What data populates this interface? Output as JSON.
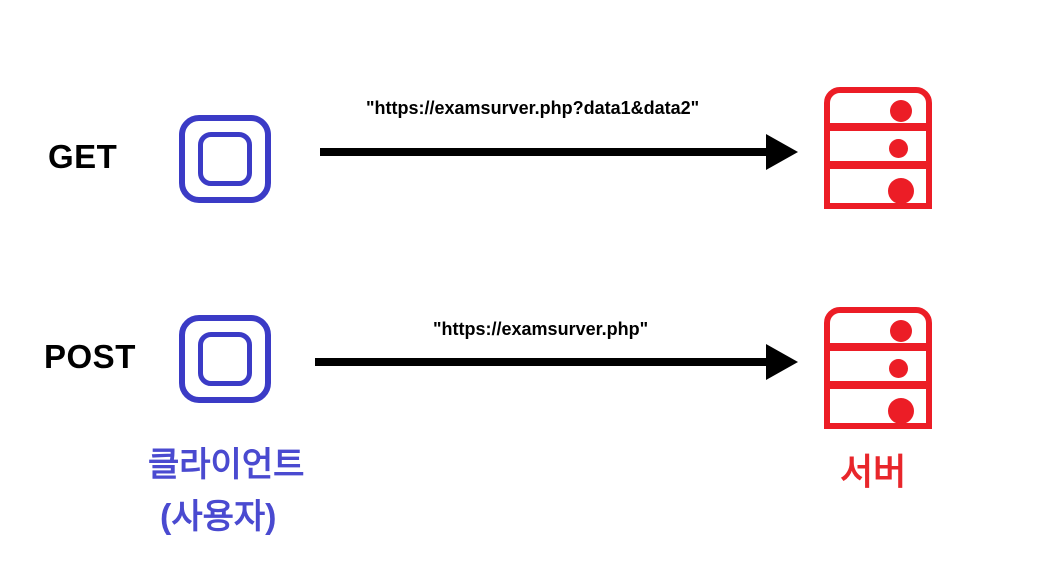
{
  "diagram": {
    "title": "HTTP GET vs POST request diagram",
    "colors": {
      "client_blue": "#3b3bc6",
      "client_label_blue": "#4a4ad0",
      "server_red": "#ec1d26",
      "server_label_red": "#e8262b",
      "arrow_black": "#000000",
      "background": "#ffffff"
    }
  },
  "rows": [
    {
      "method": "GET",
      "url": "\"https://examsurver.php?data1&data2\"",
      "client_icon": "client-device-icon",
      "server_icon": "server-rack-icon",
      "arrow": "right-arrow-icon"
    },
    {
      "method": "POST",
      "url": "\"https://examsurver.php\"",
      "client_icon": "client-device-icon",
      "server_icon": "server-rack-icon",
      "arrow": "right-arrow-icon"
    }
  ],
  "labels": {
    "client_main": "클라이언트",
    "client_sub": "(사용자)",
    "server": "서버"
  }
}
